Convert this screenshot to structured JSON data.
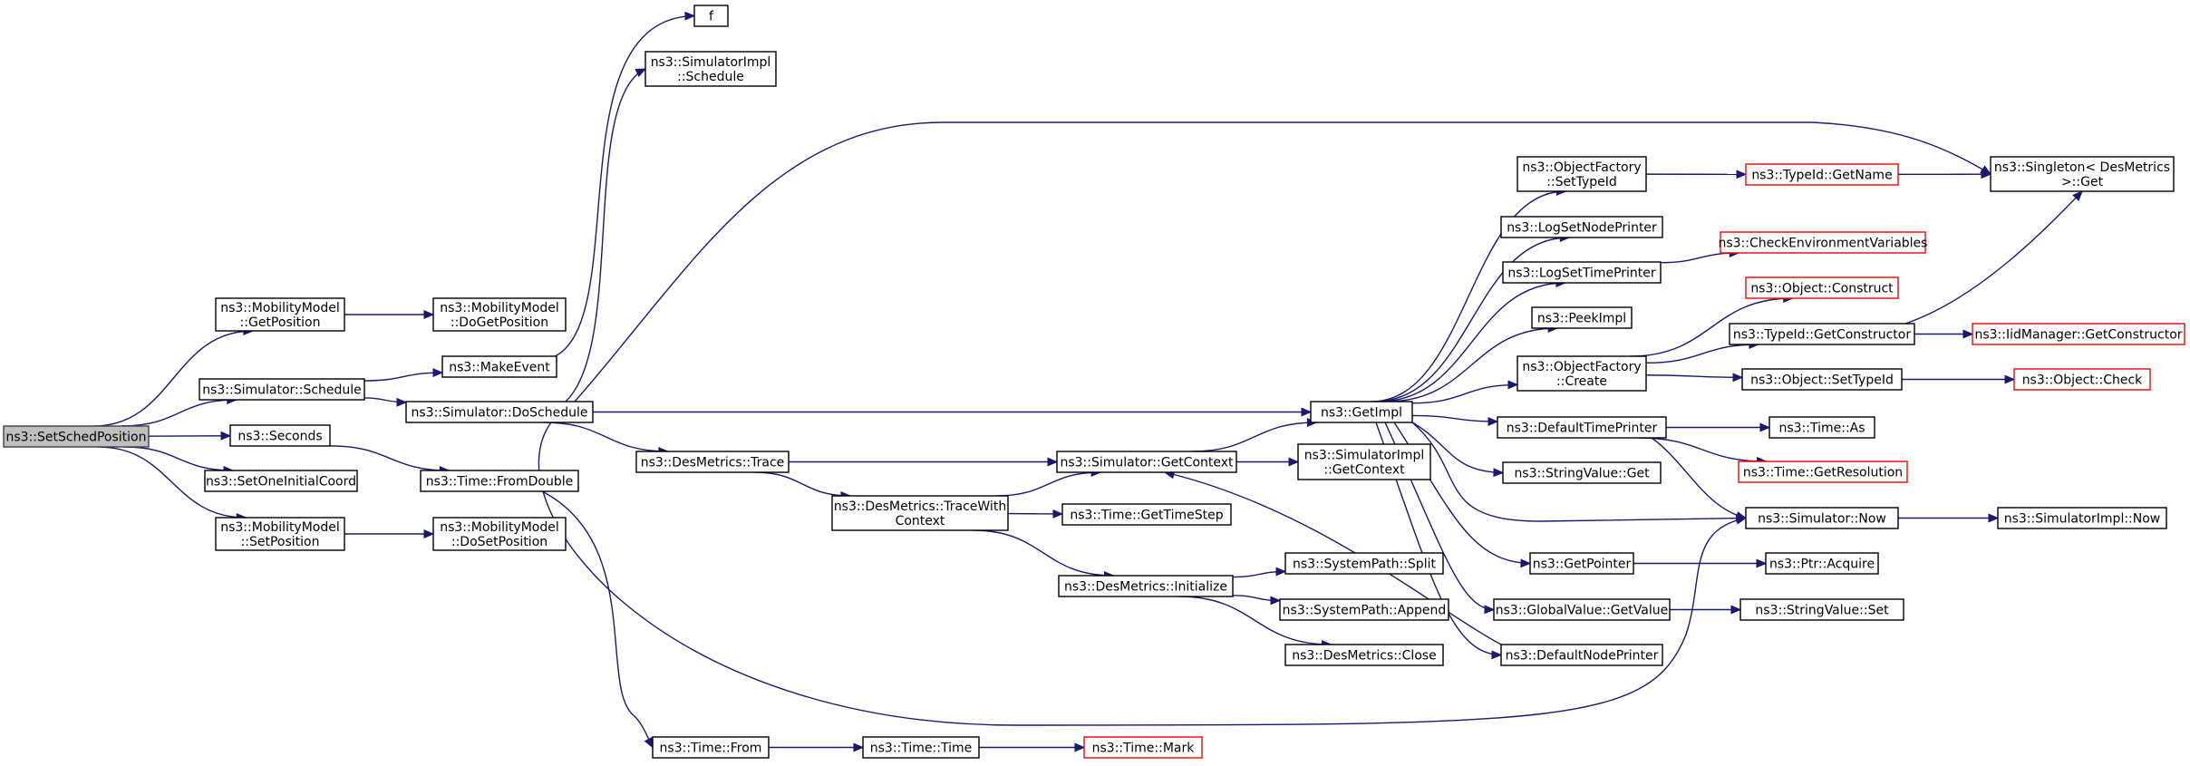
{
  "graph": {
    "nodes": [
      {
        "id": "set_sched_position",
        "lines": [
          "ns3::SetSchedPosition"
        ],
        "root": true
      },
      {
        "id": "mm_get_position",
        "lines": [
          "ns3::MobilityModel",
          "::GetPosition"
        ]
      },
      {
        "id": "mm_do_get_position",
        "lines": [
          "ns3::MobilityModel",
          "::DoGetPosition"
        ]
      },
      {
        "id": "sim_schedule",
        "lines": [
          "ns3::Simulator::Schedule"
        ]
      },
      {
        "id": "make_event",
        "lines": [
          "ns3::MakeEvent"
        ]
      },
      {
        "id": "f",
        "lines": [
          "f"
        ]
      },
      {
        "id": "simimpl_schedule",
        "lines": [
          "ns3::SimulatorImpl",
          "::Schedule"
        ]
      },
      {
        "id": "sim_do_schedule",
        "lines": [
          "ns3::Simulator::DoSchedule"
        ]
      },
      {
        "id": "seconds",
        "lines": [
          "ns3::Seconds"
        ]
      },
      {
        "id": "time_from_double",
        "lines": [
          "ns3::Time::FromDouble"
        ]
      },
      {
        "id": "set_one_initial_coord",
        "lines": [
          "ns3::SetOneInitialCoord"
        ]
      },
      {
        "id": "mm_set_position",
        "lines": [
          "ns3::MobilityModel",
          "::SetPosition"
        ]
      },
      {
        "id": "mm_do_set_position",
        "lines": [
          "ns3::MobilityModel",
          "::DoSetPosition"
        ]
      },
      {
        "id": "des_trace",
        "lines": [
          "ns3::DesMetrics::Trace"
        ]
      },
      {
        "id": "des_trace_with_context",
        "lines": [
          "ns3::DesMetrics::TraceWith",
          "Context"
        ]
      },
      {
        "id": "sim_get_context",
        "lines": [
          "ns3::Simulator::GetContext"
        ]
      },
      {
        "id": "simimpl_get_context",
        "lines": [
          "ns3::SimulatorImpl",
          "::GetContext"
        ]
      },
      {
        "id": "time_get_time_step",
        "lines": [
          "ns3::Time::GetTimeStep"
        ]
      },
      {
        "id": "des_initialize",
        "lines": [
          "ns3::DesMetrics::Initialize"
        ]
      },
      {
        "id": "sp_split",
        "lines": [
          "ns3::SystemPath::Split"
        ]
      },
      {
        "id": "sp_append",
        "lines": [
          "ns3::SystemPath::Append"
        ]
      },
      {
        "id": "des_close",
        "lines": [
          "ns3::DesMetrics::Close"
        ]
      },
      {
        "id": "time_from",
        "lines": [
          "ns3::Time::From"
        ]
      },
      {
        "id": "time_time",
        "lines": [
          "ns3::Time::Time"
        ]
      },
      {
        "id": "time_mark",
        "lines": [
          "ns3::Time::Mark"
        ],
        "red": true
      },
      {
        "id": "get_impl",
        "lines": [
          "ns3::GetImpl"
        ]
      },
      {
        "id": "of_set_type_id",
        "lines": [
          "ns3::ObjectFactory",
          "::SetTypeId"
        ]
      },
      {
        "id": "typeid_get_name",
        "lines": [
          "ns3::TypeId::GetName"
        ],
        "red": true
      },
      {
        "id": "singleton_get",
        "lines": [
          "ns3::Singleton< DesMetrics",
          " >::Get"
        ]
      },
      {
        "id": "log_set_node_printer",
        "lines": [
          "ns3::LogSetNodePrinter"
        ]
      },
      {
        "id": "log_set_time_printer",
        "lines": [
          "ns3::LogSetTimePrinter"
        ]
      },
      {
        "id": "check_env_vars",
        "lines": [
          "ns3::CheckEnvironmentVariables"
        ],
        "red": true
      },
      {
        "id": "peek_impl",
        "lines": [
          "ns3::PeekImpl"
        ]
      },
      {
        "id": "object_construct",
        "lines": [
          "ns3::Object::Construct"
        ],
        "red": true
      },
      {
        "id": "of_create",
        "lines": [
          "ns3::ObjectFactory",
          "::Create"
        ]
      },
      {
        "id": "typeid_get_constructor",
        "lines": [
          "ns3::TypeId::GetConstructor"
        ]
      },
      {
        "id": "iid_get_constructor",
        "lines": [
          "ns3::IidManager::GetConstructor"
        ],
        "red": true
      },
      {
        "id": "object_set_type_id",
        "lines": [
          "ns3::Object::SetTypeId"
        ]
      },
      {
        "id": "object_check",
        "lines": [
          "ns3::Object::Check"
        ],
        "red": true
      },
      {
        "id": "default_time_printer",
        "lines": [
          "ns3::DefaultTimePrinter"
        ]
      },
      {
        "id": "time_as",
        "lines": [
          "ns3::Time::As"
        ]
      },
      {
        "id": "time_get_resolution",
        "lines": [
          "ns3::Time::GetResolution"
        ],
        "red": true
      },
      {
        "id": "stringvalue_get",
        "lines": [
          "ns3::StringValue::Get"
        ]
      },
      {
        "id": "simulator_now",
        "lines": [
          "ns3::Simulator::Now"
        ]
      },
      {
        "id": "simimpl_now",
        "lines": [
          "ns3::SimulatorImpl::Now"
        ]
      },
      {
        "id": "get_pointer",
        "lines": [
          "ns3::GetPointer"
        ]
      },
      {
        "id": "ptr_acquire",
        "lines": [
          "ns3::Ptr::Acquire"
        ]
      },
      {
        "id": "globalvalue_get_value",
        "lines": [
          "ns3::GlobalValue::GetValue"
        ]
      },
      {
        "id": "stringvalue_set",
        "lines": [
          "ns3::StringValue::Set"
        ]
      },
      {
        "id": "default_node_printer",
        "lines": [
          "ns3::DefaultNodePrinter"
        ]
      }
    ],
    "edges": [
      [
        "set_sched_position",
        "mm_get_position"
      ],
      [
        "set_sched_position",
        "sim_schedule"
      ],
      [
        "set_sched_position",
        "seconds"
      ],
      [
        "set_sched_position",
        "set_one_initial_coord"
      ],
      [
        "set_sched_position",
        "mm_set_position"
      ],
      [
        "mm_get_position",
        "mm_do_get_position"
      ],
      [
        "mm_set_position",
        "mm_do_set_position"
      ],
      [
        "sim_schedule",
        "make_event"
      ],
      [
        "sim_schedule",
        "sim_do_schedule"
      ],
      [
        "make_event",
        "f"
      ],
      [
        "sim_do_schedule",
        "simimpl_schedule"
      ],
      [
        "sim_do_schedule",
        "singleton_get"
      ],
      [
        "sim_do_schedule",
        "get_impl"
      ],
      [
        "sim_do_schedule",
        "des_trace"
      ],
      [
        "sim_do_schedule",
        "simulator_now"
      ],
      [
        "seconds",
        "time_from_double"
      ],
      [
        "time_from_double",
        "time_from"
      ],
      [
        "time_from",
        "time_time"
      ],
      [
        "time_time",
        "time_mark"
      ],
      [
        "des_trace",
        "sim_get_context"
      ],
      [
        "des_trace",
        "des_trace_with_context"
      ],
      [
        "des_trace_with_context",
        "sim_get_context"
      ],
      [
        "des_trace_with_context",
        "time_get_time_step"
      ],
      [
        "des_trace_with_context",
        "des_initialize"
      ],
      [
        "sim_get_context",
        "get_impl"
      ],
      [
        "sim_get_context",
        "simimpl_get_context"
      ],
      [
        "des_initialize",
        "sp_split"
      ],
      [
        "des_initialize",
        "sp_append"
      ],
      [
        "des_initialize",
        "des_close"
      ],
      [
        "get_impl",
        "of_set_type_id"
      ],
      [
        "get_impl",
        "log_set_node_printer"
      ],
      [
        "get_impl",
        "log_set_time_printer"
      ],
      [
        "get_impl",
        "peek_impl"
      ],
      [
        "get_impl",
        "of_create"
      ],
      [
        "get_impl",
        "default_time_printer"
      ],
      [
        "get_impl",
        "stringvalue_get"
      ],
      [
        "get_impl",
        "simulator_now"
      ],
      [
        "get_impl",
        "get_pointer"
      ],
      [
        "get_impl",
        "globalvalue_get_value"
      ],
      [
        "get_impl",
        "default_node_printer"
      ],
      [
        "of_set_type_id",
        "typeid_get_name"
      ],
      [
        "typeid_get_name",
        "singleton_get"
      ],
      [
        "log_set_time_printer",
        "check_env_vars"
      ],
      [
        "of_create",
        "object_construct"
      ],
      [
        "of_create",
        "typeid_get_constructor"
      ],
      [
        "of_create",
        "object_set_type_id"
      ],
      [
        "typeid_get_constructor",
        "iid_get_constructor"
      ],
      [
        "typeid_get_constructor",
        "singleton_get"
      ],
      [
        "object_set_type_id",
        "object_check"
      ],
      [
        "default_time_printer",
        "time_as"
      ],
      [
        "default_time_printer",
        "time_get_resolution"
      ],
      [
        "default_time_printer",
        "simulator_now"
      ],
      [
        "simulator_now",
        "simimpl_now"
      ],
      [
        "get_pointer",
        "ptr_acquire"
      ],
      [
        "globalvalue_get_value",
        "stringvalue_set"
      ],
      [
        "default_node_printer",
        "sim_get_context"
      ]
    ]
  }
}
